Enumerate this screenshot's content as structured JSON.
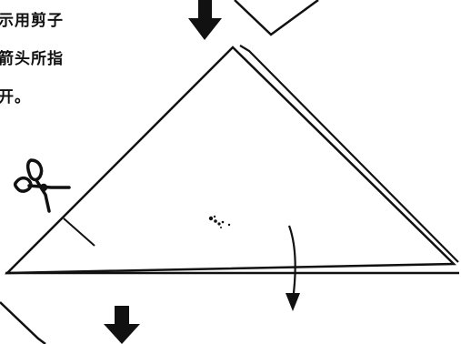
{
  "instruction": {
    "lines": [
      "示用剪子",
      "箭头所指",
      "开。"
    ]
  },
  "icons": {
    "down_arrow": "down-arrow-icon",
    "scissors": "scissors-icon",
    "fold_arrow": "curved-arrow-icon"
  },
  "colors": {
    "ink": "#111111",
    "paper": "#ffffff"
  }
}
